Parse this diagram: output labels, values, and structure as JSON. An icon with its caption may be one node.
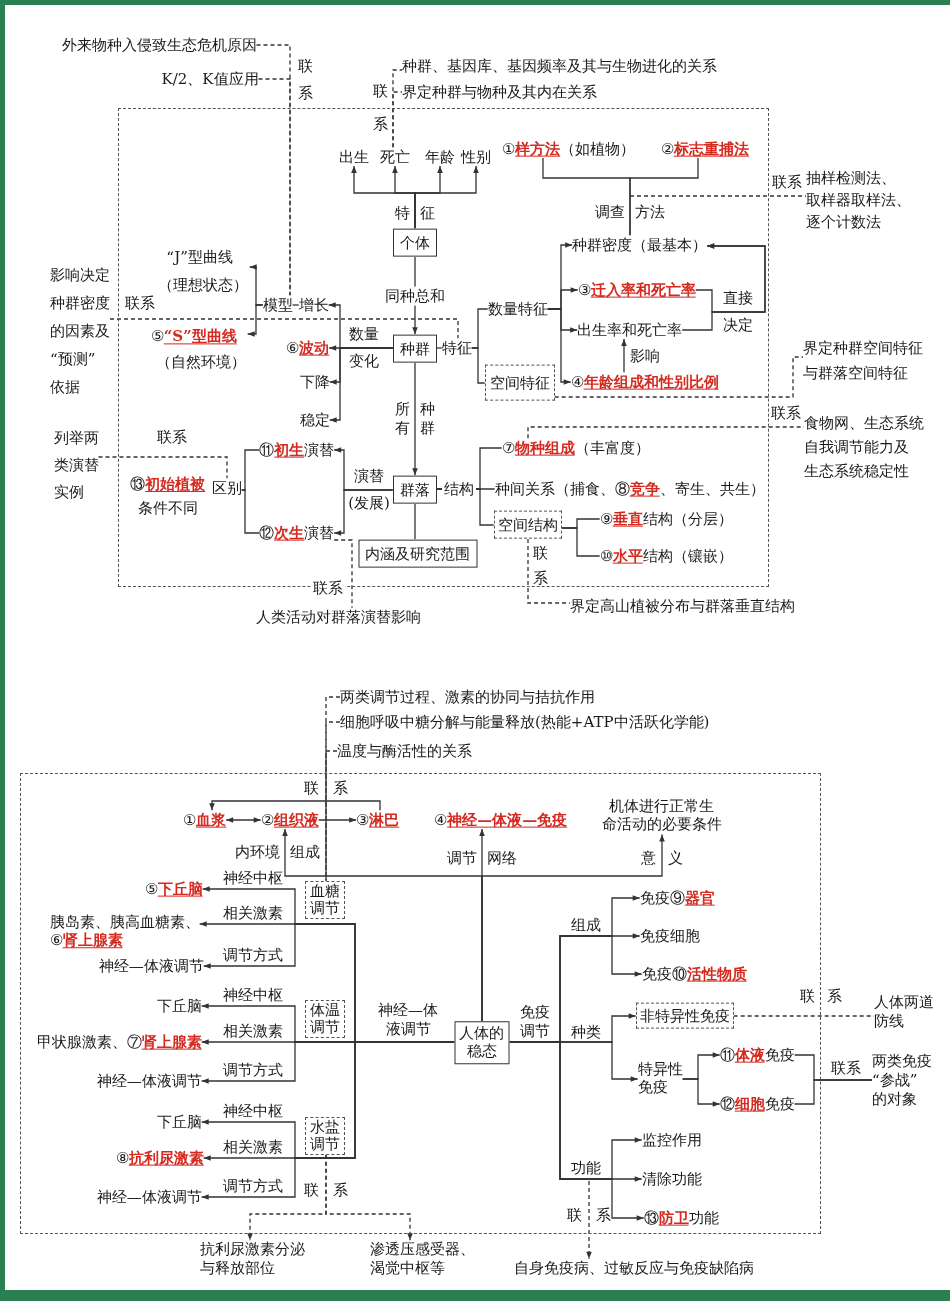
{
  "diagram": {
    "nodes": [
      {
        "text": [
          "外来物种入侵致生态危机原因"
        ]
      },
      {
        "text": [
          "K/2、K值应用"
        ]
      },
      {
        "text": [
          "种群、基因库、基因频率及其与生物进化的关系"
        ]
      },
      {
        "text": [
          "界定种群与物种及其内在关系"
        ]
      },
      {
        "text": [],
        "shape": "box"
      },
      {
        "text": [
          "出生"
        ],
        "in": 4
      },
      {
        "text": [
          "死亡"
        ],
        "in": 4
      },
      {
        "text": [
          "年龄"
        ],
        "in": 4
      },
      {
        "text": [
          "性别"
        ],
        "in": 4
      },
      {
        "text": [
          "①**样方法**（如植物）"
        ],
        "in": 4
      },
      {
        "text": [
          "②**标志重捕法**"
        ],
        "in": 4
      },
      {
        "text": [
          "抽样检测法、取样器取样法、逐个计数法"
        ]
      },
      {
        "text": [
          "个体"
        ],
        "in": 4
      },
      {
        "text": [
          "种群密度（最基本）"
        ],
        "in": 4
      },
      {
        "text": [
          "“J”型曲线",
          "（理想状态）"
        ],
        "in": 4
      },
      {
        "text": [
          "模型"
        ],
        "in": 4
      },
      {
        "text": [
          "增长"
        ],
        "in": 4
      },
      {
        "text": [
          "影响决定种群密度的因素及“预测”依据"
        ]
      },
      {
        "text": [
          "特征"
        ],
        "in": 4
      },
      {
        "text": [
          "数量特征"
        ],
        "in": 4
      },
      {
        "text": [
          "③**迁入率和死亡率**"
        ],
        "in": 4
      },
      {
        "text": [
          "出生率和死亡率"
        ],
        "in": 4
      },
      {
        "text": [
          "⑤**“S”型曲线**",
          "（自然环境）"
        ],
        "in": 4
      },
      {
        "text": [
          "⑥**波动**"
        ],
        "in": 4
      },
      {
        "text": [
          "种群"
        ],
        "in": 4
      },
      {
        "text": [
          "下降"
        ],
        "in": 4
      },
      {
        "text": [
          "空间特征"
        ],
        "in": 4
      },
      {
        "text": [
          "④**年龄组成和性别比例**"
        ],
        "in": 4
      },
      {
        "text": [
          "界定种群空间特征与群落空间特征"
        ]
      },
      {
        "text": [
          "稳定"
        ],
        "in": 4
      },
      {
        "text": [
          "列举两类演替实例"
        ]
      },
      {
        "text": [
          "食物网、生态系统自我调节能力及生态系统稳定性"
        ]
      },
      {
        "text": [
          "⑪**初生**演替"
        ],
        "in": 4
      },
      {
        "text": [
          "⑦**物种组成**（丰富度）"
        ],
        "in": 4
      },
      {
        "text": [
          "⑬**初始植被**条件不同"
        ],
        "in": 4
      },
      {
        "text": [
          "区别"
        ],
        "in": 4
      },
      {
        "text": [
          "群落"
        ],
        "in": 4
      },
      {
        "text": [
          "种间关系（捕食、⑧**竞争**、寄生、共生）"
        ],
        "in": 4
      },
      {
        "text": [
          "⑫**次生**演替"
        ],
        "in": 4
      },
      {
        "text": [
          "空间结构"
        ],
        "in": 4
      },
      {
        "text": [
          "⑨**垂直**结构（分层）"
        ],
        "in": 4
      },
      {
        "text": [
          "⑩**水平**结构（镶嵌）"
        ],
        "in": 4
      },
      {
        "text": [
          "内涵及研究范围"
        ],
        "in": 4
      },
      {
        "text": [
          "人类活动对群落演替影响"
        ]
      },
      {
        "text": [
          "界定高山植被分布与群落垂直结构"
        ]
      },
      {
        "text": [
          "两类调节过程、激素的协同与拮抗作用"
        ]
      },
      {
        "text": [
          "细胞呼吸中糖分解与能量释放(热能+ATP中活跃化学能)"
        ]
      },
      {
        "text": [
          "温度与酶活性的关系"
        ]
      },
      {
        "text": [],
        "shape": "box"
      },
      {
        "text": [
          "①**血浆**"
        ],
        "in": 48
      },
      {
        "text": [
          "②**组织液**"
        ],
        "in": 48
      },
      {
        "text": [
          "③**淋巴**"
        ],
        "in": 48
      },
      {
        "text": [
          "④**神经—体液—免疫**"
        ],
        "in": 48
      },
      {
        "text": [
          "机体进行正常生命活动的必要条件"
        ],
        "in": 48
      },
      {
        "text": [
          "⑤**下丘脑**"
        ],
        "in": 48
      },
      {
        "text": [
          "血糖调节"
        ],
        "in": 48
      },
      {
        "text": [
          "胰岛素、胰高血糖素、⑥**肾上腺素**"
        ],
        "in": 48
      },
      {
        "text": [
          "神经—体液调节"
        ],
        "in": 48
      },
      {
        "text": [
          "免疫⑨**器官**"
        ],
        "in": 48
      },
      {
        "text": [
          "免疫细胞"
        ],
        "in": 48
      },
      {
        "text": [
          "免疫⑩**活性物质**"
        ],
        "in": 48
      },
      {
        "text": [
          "下丘脑"
        ],
        "in": 48
      },
      {
        "text": [
          "甲状腺激素、⑦**肾上腺素**"
        ],
        "in": 48
      },
      {
        "text": [
          "人体的稳态"
        ],
        "in": 48
      },
      {
        "text": [
          "神经—体液调节"
        ],
        "in": 48
      },
      {
        "text": [
          "非特异性免疫"
        ],
        "in": 48
      },
      {
        "text": [
          "人体两道防线"
        ]
      },
      {
        "text": [
          "特异性免疫"
        ],
        "in": 48
      },
      {
        "text": [
          "⑪**体液**免疫"
        ],
        "in": 48
      },
      {
        "text": [
          "⑫**细胞**免疫"
        ],
        "in": 48
      },
      {
        "text": [
          "两类免疫“参战”的对象"
        ]
      },
      {
        "text": [
          "下丘脑"
        ],
        "in": 48
      },
      {
        "text": [
          "水盐调节"
        ],
        "in": 48
      },
      {
        "text": [
          "⑧**抗利尿激素**"
        ],
        "in": 48
      },
      {
        "text": [
          "神经—体液调节"
        ],
        "in": 48
      },
      {
        "text": [
          "监控作用"
        ],
        "in": 48
      },
      {
        "text": [
          "清除功能"
        ],
        "in": 48
      },
      {
        "text": [
          "⑬**防卫**功能"
        ],
        "in": 48
      },
      {
        "text": [
          "抗利尿激素分泌与释放部位"
        ]
      },
      {
        "text": [
          "渗透压感受器、渴觉中枢等"
        ]
      },
      {
        "text": [
          "自身免疫病、过敏反应与免疫缺陷病"
        ]
      },
      {
        "text": [
          "体温调节"
        ],
        "in": 48
      }
    ],
    "edges": [
      {
        "from": 0,
        "to": 15,
        "arrow": "none",
        "style": "dashed",
        "label": "联系"
      },
      {
        "from": 1,
        "to": 15,
        "arrow": "none",
        "style": "dashed"
      },
      {
        "from": 6,
        "to": 2,
        "arrow": "none",
        "style": "dashed",
        "label": "联系"
      },
      {
        "from": 6,
        "to": 3,
        "arrow": "none",
        "style": "dashed"
      },
      {
        "from": 12,
        "to": 5,
        "arrow": "to",
        "label": "特征"
      },
      {
        "from": 12,
        "to": 6,
        "arrow": "to"
      },
      {
        "from": 12,
        "to": 7,
        "arrow": "to"
      },
      {
        "from": 12,
        "to": 8,
        "arrow": "to"
      },
      {
        "from": 13,
        "to": 9,
        "arrow": "none",
        "label": "调查方法"
      },
      {
        "from": 13,
        "to": 10,
        "arrow": "none"
      },
      {
        "from": null,
        "to": 11,
        "arrow": "none",
        "style": "dashed",
        "label": "联系"
      },
      {
        "from": 12,
        "to": 24,
        "arrow": "to",
        "label": "同种总和"
      },
      {
        "from": 24,
        "to": 16,
        "arrow": "to",
        "label": "数量变化"
      },
      {
        "from": 24,
        "to": 23,
        "arrow": "to"
      },
      {
        "from": 24,
        "to": 25,
        "arrow": "to"
      },
      {
        "from": 24,
        "to": 29,
        "arrow": "to"
      },
      {
        "from": 16,
        "to": 15,
        "arrow": "none"
      },
      {
        "from": 15,
        "to": 14,
        "arrow": "to"
      },
      {
        "from": 15,
        "to": 22,
        "arrow": "to"
      },
      {
        "from": 17,
        "to": 18,
        "arrow": "none",
        "style": "dashed",
        "label": "联系"
      },
      {
        "from": 24,
        "to": 18,
        "arrow": "none"
      },
      {
        "from": 18,
        "to": 19,
        "arrow": "none"
      },
      {
        "from": 18,
        "to": 26,
        "arrow": "none"
      },
      {
        "from": 19,
        "to": 13,
        "arrow": "to"
      },
      {
        "from": 19,
        "to": 20,
        "arrow": "to"
      },
      {
        "from": 19,
        "to": 21,
        "arrow": "to"
      },
      {
        "from": 19,
        "to": 27,
        "arrow": "to"
      },
      {
        "from": 20,
        "to": 13,
        "arrow": "to",
        "label": "直接决定"
      },
      {
        "from": 21,
        "to": 13,
        "arrow": "to"
      },
      {
        "from": 27,
        "to": 21,
        "arrow": "to",
        "label": "影响"
      },
      {
        "from": 26,
        "to": 28,
        "arrow": "none",
        "style": "dashed"
      },
      {
        "from": 33,
        "to": 31,
        "arrow": "none",
        "style": "dashed",
        "label": "联系"
      },
      {
        "from": 39,
        "to": 44,
        "arrow": "none",
        "style": "dashed",
        "label": "联系"
      },
      {
        "from": 36,
        "to": 32,
        "arrow": "to",
        "label": "演替(发展)"
      },
      {
        "from": 36,
        "to": 38,
        "arrow": "to"
      },
      {
        "from": 32,
        "to": 35,
        "arrow": "none"
      },
      {
        "from": 38,
        "to": 35,
        "arrow": "none"
      },
      {
        "from": 30,
        "to": 35,
        "arrow": "none",
        "style": "dashed",
        "label": "联系"
      },
      {
        "from": 24,
        "to": 36,
        "arrow": "to",
        "label": "所有种群"
      },
      {
        "from": 36,
        "to": 42,
        "arrow": "none"
      },
      {
        "from": 36,
        "to": 33,
        "arrow": "none",
        "label": "结构"
      },
      {
        "from": 36,
        "to": 37,
        "arrow": "none"
      },
      {
        "from": 36,
        "to": 39,
        "arrow": "none"
      },
      {
        "from": 39,
        "to": 40,
        "arrow": "none"
      },
      {
        "from": 39,
        "to": 41,
        "arrow": "none"
      },
      {
        "from": 38,
        "to": 43,
        "arrow": "none",
        "style": "dashed",
        "label": "联系"
      },
      {
        "from": 45,
        "to": 55,
        "arrow": "none",
        "style": "dashed",
        "label": "联系"
      },
      {
        "from": 46,
        "to": 55,
        "arrow": "none",
        "style": "dashed"
      },
      {
        "from": 47,
        "to": 55,
        "arrow": "none",
        "style": "dashed"
      },
      {
        "from": 51,
        "to": 49,
        "arrow": "to"
      },
      {
        "from": 49,
        "to": 50,
        "arrow": "both"
      },
      {
        "from": 50,
        "to": 51,
        "arrow": "to"
      },
      {
        "from": 63,
        "to": 50,
        "arrow": "to",
        "label": "内环境组成"
      },
      {
        "from": 63,
        "to": 52,
        "arrow": "to",
        "label": "调节网络"
      },
      {
        "from": 63,
        "to": 53,
        "arrow": "to",
        "label": "意义"
      },
      {
        "from": 63,
        "to": 54,
        "arrow": "to",
        "label": "神经中枢"
      },
      {
        "from": 63,
        "to": 56,
        "arrow": "to",
        "label": "相关激素"
      },
      {
        "from": 63,
        "to": 57,
        "arrow": "to",
        "label": "调节方式"
      },
      {
        "from": 63,
        "to": 61,
        "arrow": "to",
        "label": "神经中枢"
      },
      {
        "from": 63,
        "to": 62,
        "arrow": "to",
        "label": "相关激素"
      },
      {
        "from": 63,
        "to": 64,
        "arrow": "to",
        "label": "调节方式"
      },
      {
        "from": 63,
        "to": 71,
        "arrow": "to",
        "label": "神经中枢"
      },
      {
        "from": 63,
        "to": 73,
        "arrow": "to",
        "label": "相关激素"
      },
      {
        "from": 63,
        "to": 74,
        "arrow": "to",
        "label": "调节方式"
      },
      {
        "from": 72,
        "to": 78,
        "arrow": "to",
        "style": "dashed",
        "label": "联系"
      },
      {
        "from": 72,
        "to": 79,
        "arrow": "to",
        "style": "dashed"
      },
      {
        "from": 63,
        "to": 58,
        "arrow": "to",
        "label": "组成"
      },
      {
        "from": 63,
        "to": 59,
        "arrow": "to",
        "label": "免疫调节"
      },
      {
        "from": 63,
        "to": 60,
        "arrow": "to"
      },
      {
        "from": 63,
        "to": 65,
        "arrow": "to",
        "label": "种类"
      },
      {
        "from": 63,
        "to": 67,
        "arrow": "to"
      },
      {
        "from": 63,
        "to": 75,
        "arrow": "to",
        "label": "功能"
      },
      {
        "from": 63,
        "to": 76,
        "arrow": "to"
      },
      {
        "from": 63,
        "to": 77,
        "arrow": "to"
      },
      {
        "from": 67,
        "to": 68,
        "arrow": "to"
      },
      {
        "from": 67,
        "to": 69,
        "arrow": "to"
      },
      {
        "from": 68,
        "to": 70,
        "arrow": "none",
        "label": "联系"
      },
      {
        "from": 69,
        "to": 70,
        "arrow": "none"
      },
      {
        "from": 65,
        "to": 66,
        "arrow": "none",
        "style": "dashed",
        "label": "联系"
      },
      {
        "from": null,
        "to": 80,
        "arrow": "to",
        "style": "dashed",
        "label": "联系"
      }
    ],
    "labels": [
      "神经—体液调节"
    ]
  }
}
